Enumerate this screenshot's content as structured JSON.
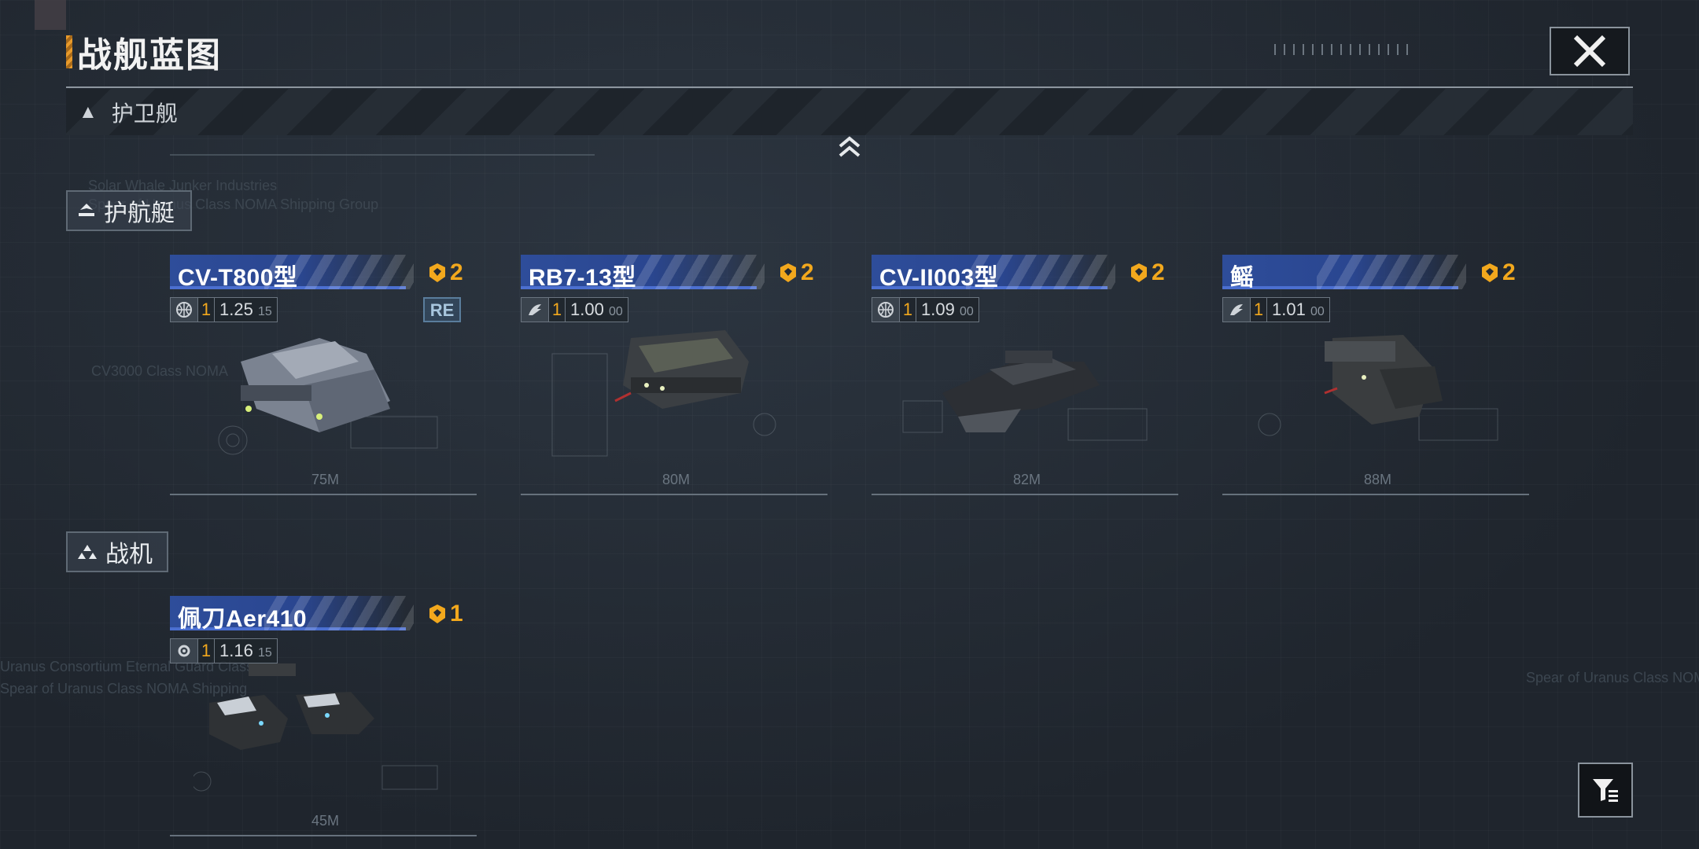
{
  "title": "战舰蓝图",
  "category_bar": {
    "label": "护卫舰",
    "toggle_icon": "triangle-up-icon"
  },
  "sections": [
    {
      "label": "护航艇",
      "icon": "escort-icon"
    },
    {
      "label": "战机",
      "icon": "fighter-icon"
    }
  ],
  "watermarks": [
    "Solar Whale Junker Industries",
    "Spear of Uranus Class NOMA Shipping Group",
    "CV3000 Class NOMA",
    "Uranus Consortium Eternal Guard Class",
    "Spear of Uranus Class NOMA Shipping",
    "Spear of Uranus Class NOMA"
  ],
  "escorts": [
    {
      "name": "CV-T800型",
      "rank": "2",
      "level": "1",
      "stat": "1.25",
      "stat_sub": "15",
      "stat_icon": "globe-icon",
      "badge": "RE",
      "length": "75M"
    },
    {
      "name": "RB7-13型",
      "rank": "2",
      "level": "1",
      "stat": "1.00",
      "stat_sub": "00",
      "stat_icon": "faction-wing-icon",
      "badge": "",
      "length": "80M"
    },
    {
      "name": "CV-II003型",
      "rank": "2",
      "level": "1",
      "stat": "1.09",
      "stat_sub": "00",
      "stat_icon": "globe-icon",
      "badge": "",
      "length": "82M"
    },
    {
      "name": "鳐",
      "rank": "2",
      "level": "1",
      "stat": "1.01",
      "stat_sub": "00",
      "stat_icon": "faction-wing-icon",
      "badge": "",
      "length": "88M"
    }
  ],
  "fighters": [
    {
      "name": "佩刀Aer410",
      "rank": "1",
      "level": "1",
      "stat": "1.16",
      "stat_sub": "15",
      "stat_icon": "gear-icon",
      "length": "45M"
    }
  ],
  "colors": {
    "accent_orange": "#f2a81d",
    "card_blue": "#2e4d9a",
    "background": "#232a33"
  }
}
